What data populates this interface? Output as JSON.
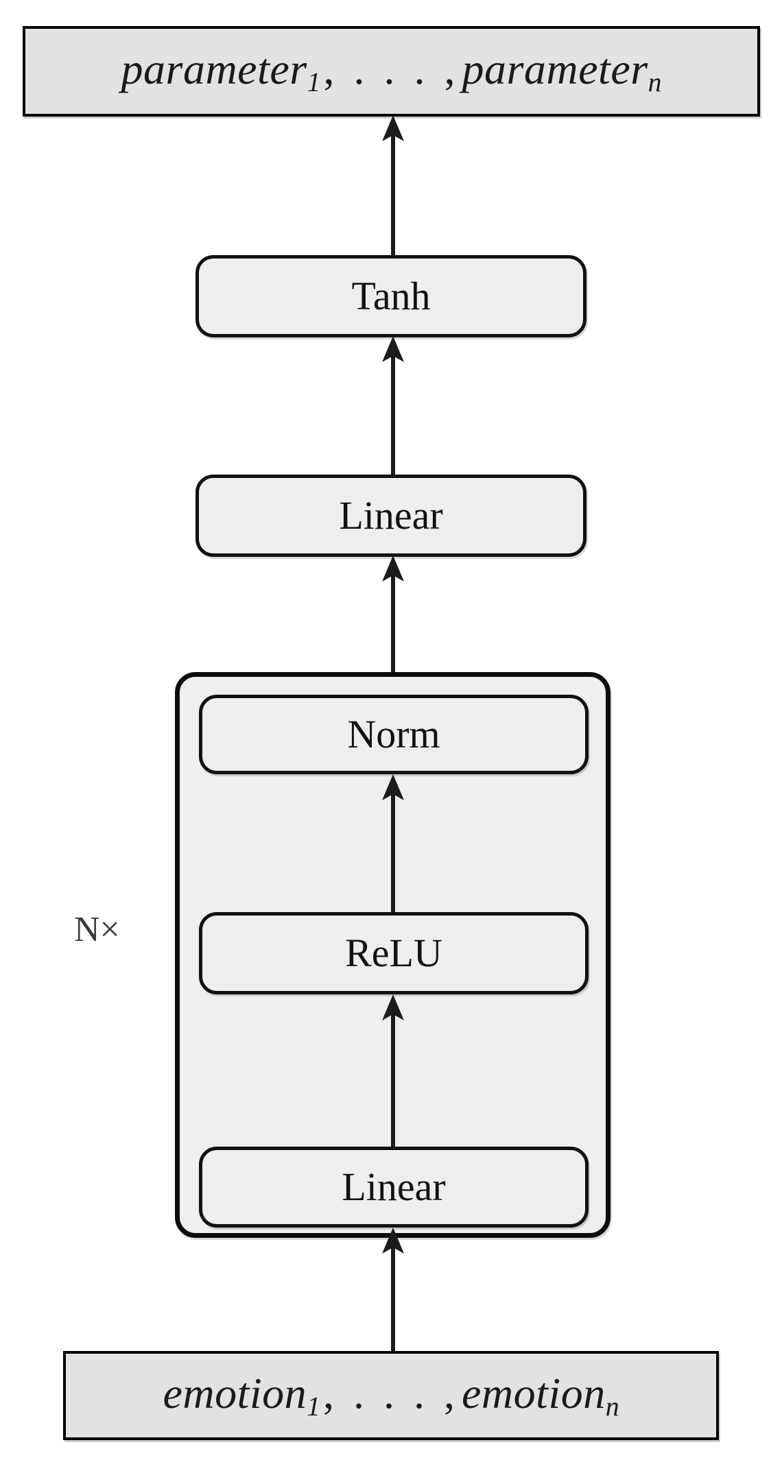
{
  "diagram": {
    "title_text": "",
    "colors": {
      "io_fill": "#e2e2e2",
      "op_fill": "#eeeeee",
      "container_fill": "#efefef",
      "stroke": "#111111",
      "background": "#ffffff"
    },
    "output_node": {
      "name": "parameter-output",
      "base": "parameter",
      "sub_first": "1",
      "dots": ", . . . ,",
      "base2": "parameter",
      "sub_last": "n",
      "full_text": "parameter1, . . . , parametern"
    },
    "input_node": {
      "name": "emotion-input",
      "base": "emotion",
      "sub_first": "1",
      "dots": ", . . . ,",
      "base2": "emotion",
      "sub_last": "n",
      "full_text": "emotion1, . . . , emotionn"
    },
    "nodes": [
      {
        "id": "tanh",
        "label": "Tanh"
      },
      {
        "id": "linear_outer",
        "label": "Linear"
      },
      {
        "id": "norm",
        "label": "Norm"
      },
      {
        "id": "relu",
        "label": "ReLU"
      },
      {
        "id": "linear_inner",
        "label": "Linear"
      }
    ],
    "repeat_block": {
      "label": "N×",
      "contains": [
        "Linear",
        "ReLU",
        "Norm"
      ]
    },
    "flow_order": [
      "emotion1, . . . , emotionn",
      "Linear",
      "ReLU",
      "Norm",
      "Linear",
      "Tanh",
      "parameter1, . . . , parametern"
    ]
  }
}
